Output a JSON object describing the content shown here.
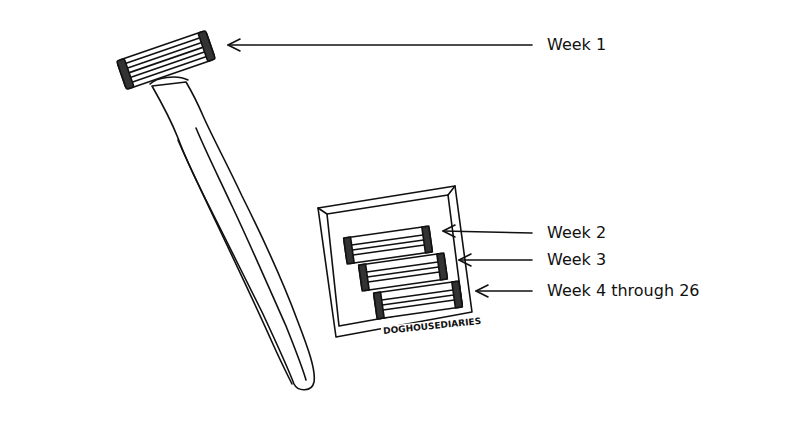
{
  "diagram": {
    "labels": [
      "Week 1",
      "Week 2",
      "Week 3",
      "Week 4 through 26",
      "DOGHOUSEDIARIES"
    ]
  }
}
